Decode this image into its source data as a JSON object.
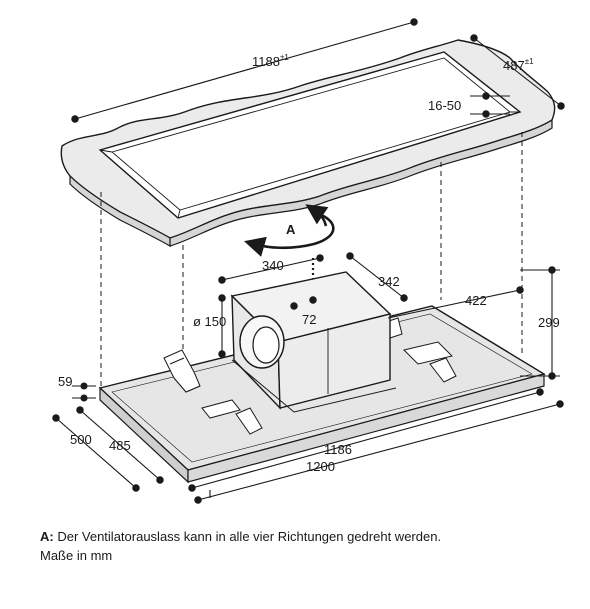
{
  "dimensions": {
    "ceiling_width": "1188",
    "ceiling_width_tol": "±1",
    "ceiling_depth": "487",
    "ceiling_depth_tol": "±1",
    "ceiling_thickness": "16-50",
    "rotation_label": "A",
    "blower_width": "340",
    "blower_depth": "342",
    "outlet_diameter": "ø 150",
    "outlet_center": "72",
    "blower_offset": "422",
    "total_height": "299",
    "panel_thickness": "59",
    "panel_depth_outer": "500",
    "panel_depth_inner": "485",
    "panel_width_inner": "1186",
    "panel_width_outer": "1200"
  },
  "caption": {
    "note_label": "A:",
    "note_text": " Der Ventilatorauslass kann in alle vier Richtungen gedreht werden.",
    "units": "Maße in mm"
  },
  "colors": {
    "line": "#1a1a1a",
    "panel_fill": "#e6e6e6",
    "ceiling_fill": "#ebebeb",
    "blower_fill": "#f2f2f2"
  }
}
